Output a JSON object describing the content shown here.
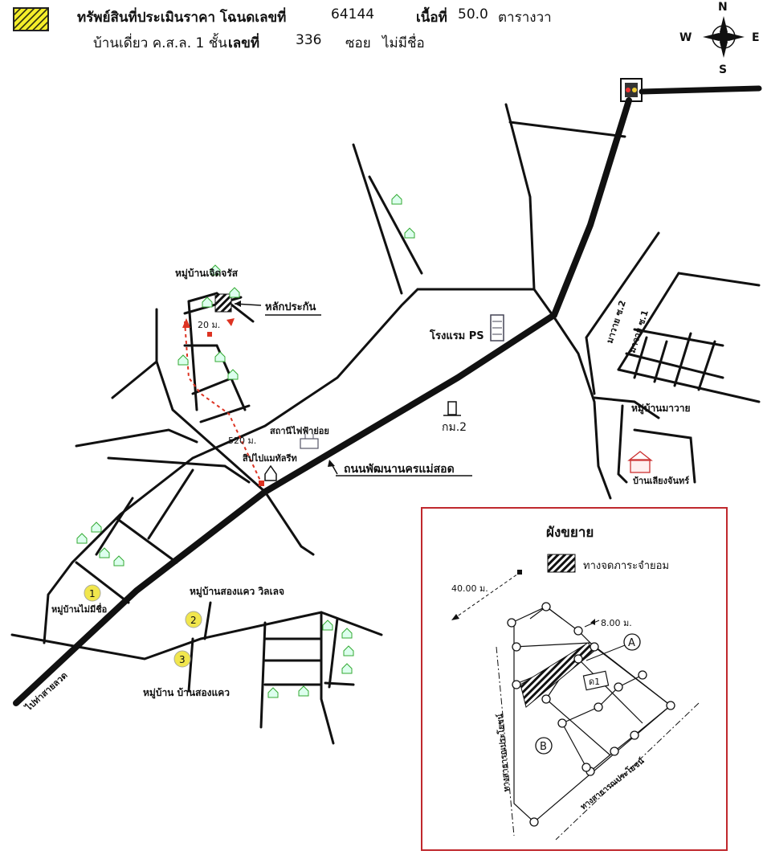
{
  "header": {
    "line1_title": "ทรัพย์สินที่ประเมินราคา โฉนดเลขที่",
    "deed_no": "64144",
    "area_label": "เนื้อที่",
    "area_value": "50.0",
    "area_unit": "ตารางวา",
    "line2_type": "บ้านเดี่ยว ค.ส.ล. 1 ชั้น",
    "house_no_label": "เลขที่",
    "house_no": "336",
    "soi_label": "ซอย",
    "soi_value": "ไม่มีชื่อ",
    "legend_color": "#f5ee2a"
  },
  "compass": {
    "n": "N",
    "s": "S",
    "e": "E",
    "w": "W"
  },
  "map_labels": {
    "village_jerdcharat": "หมู่บ้านเจิดจรัส",
    "collateral": "หลักประกัน",
    "dist_20": "20 ม.",
    "dist_520": "520 ม.",
    "power_station": "สถานีไฟฟ้าย่อย",
    "pipe_shop": "สิปไปแมทัลรีท",
    "hotel": "โรงแรม PS",
    "km2": "กม.2",
    "main_road": "ถนนพัฒนานครแม่สอด",
    "soi2": "มาวาย ซ.2",
    "soi1": "มาวาย ซ.1",
    "village_mawai": "หมู่บ้านมาวาย",
    "ban_siang": "บ้านเลียงจันทร์",
    "village_songkwae_village": "หมู่บ้านสองแคว วิลเลจ",
    "village_no_name": "หมู่บ้านไม่มีชื่อ",
    "village_songkwae": "หมู่บ้าน บ้านสองแคว",
    "to_mae_sot": "ไปท่าสายลวด",
    "circle_1": "1",
    "circle_2": "2",
    "circle_3": "3"
  },
  "inset": {
    "title": "ผังขยาย",
    "legend_text": "ทางจดภาระจำยอม",
    "dim_40": "40.00 ม.",
    "dim_8": "8.00 ม.",
    "label_a": "A",
    "label_b": "B",
    "plot_label": "ด1",
    "public_road_left": "ทางสาธารณประโยชน์",
    "public_road_bottom": "ทางสาธารณประโยชน์",
    "border_color": "#c0282d"
  }
}
